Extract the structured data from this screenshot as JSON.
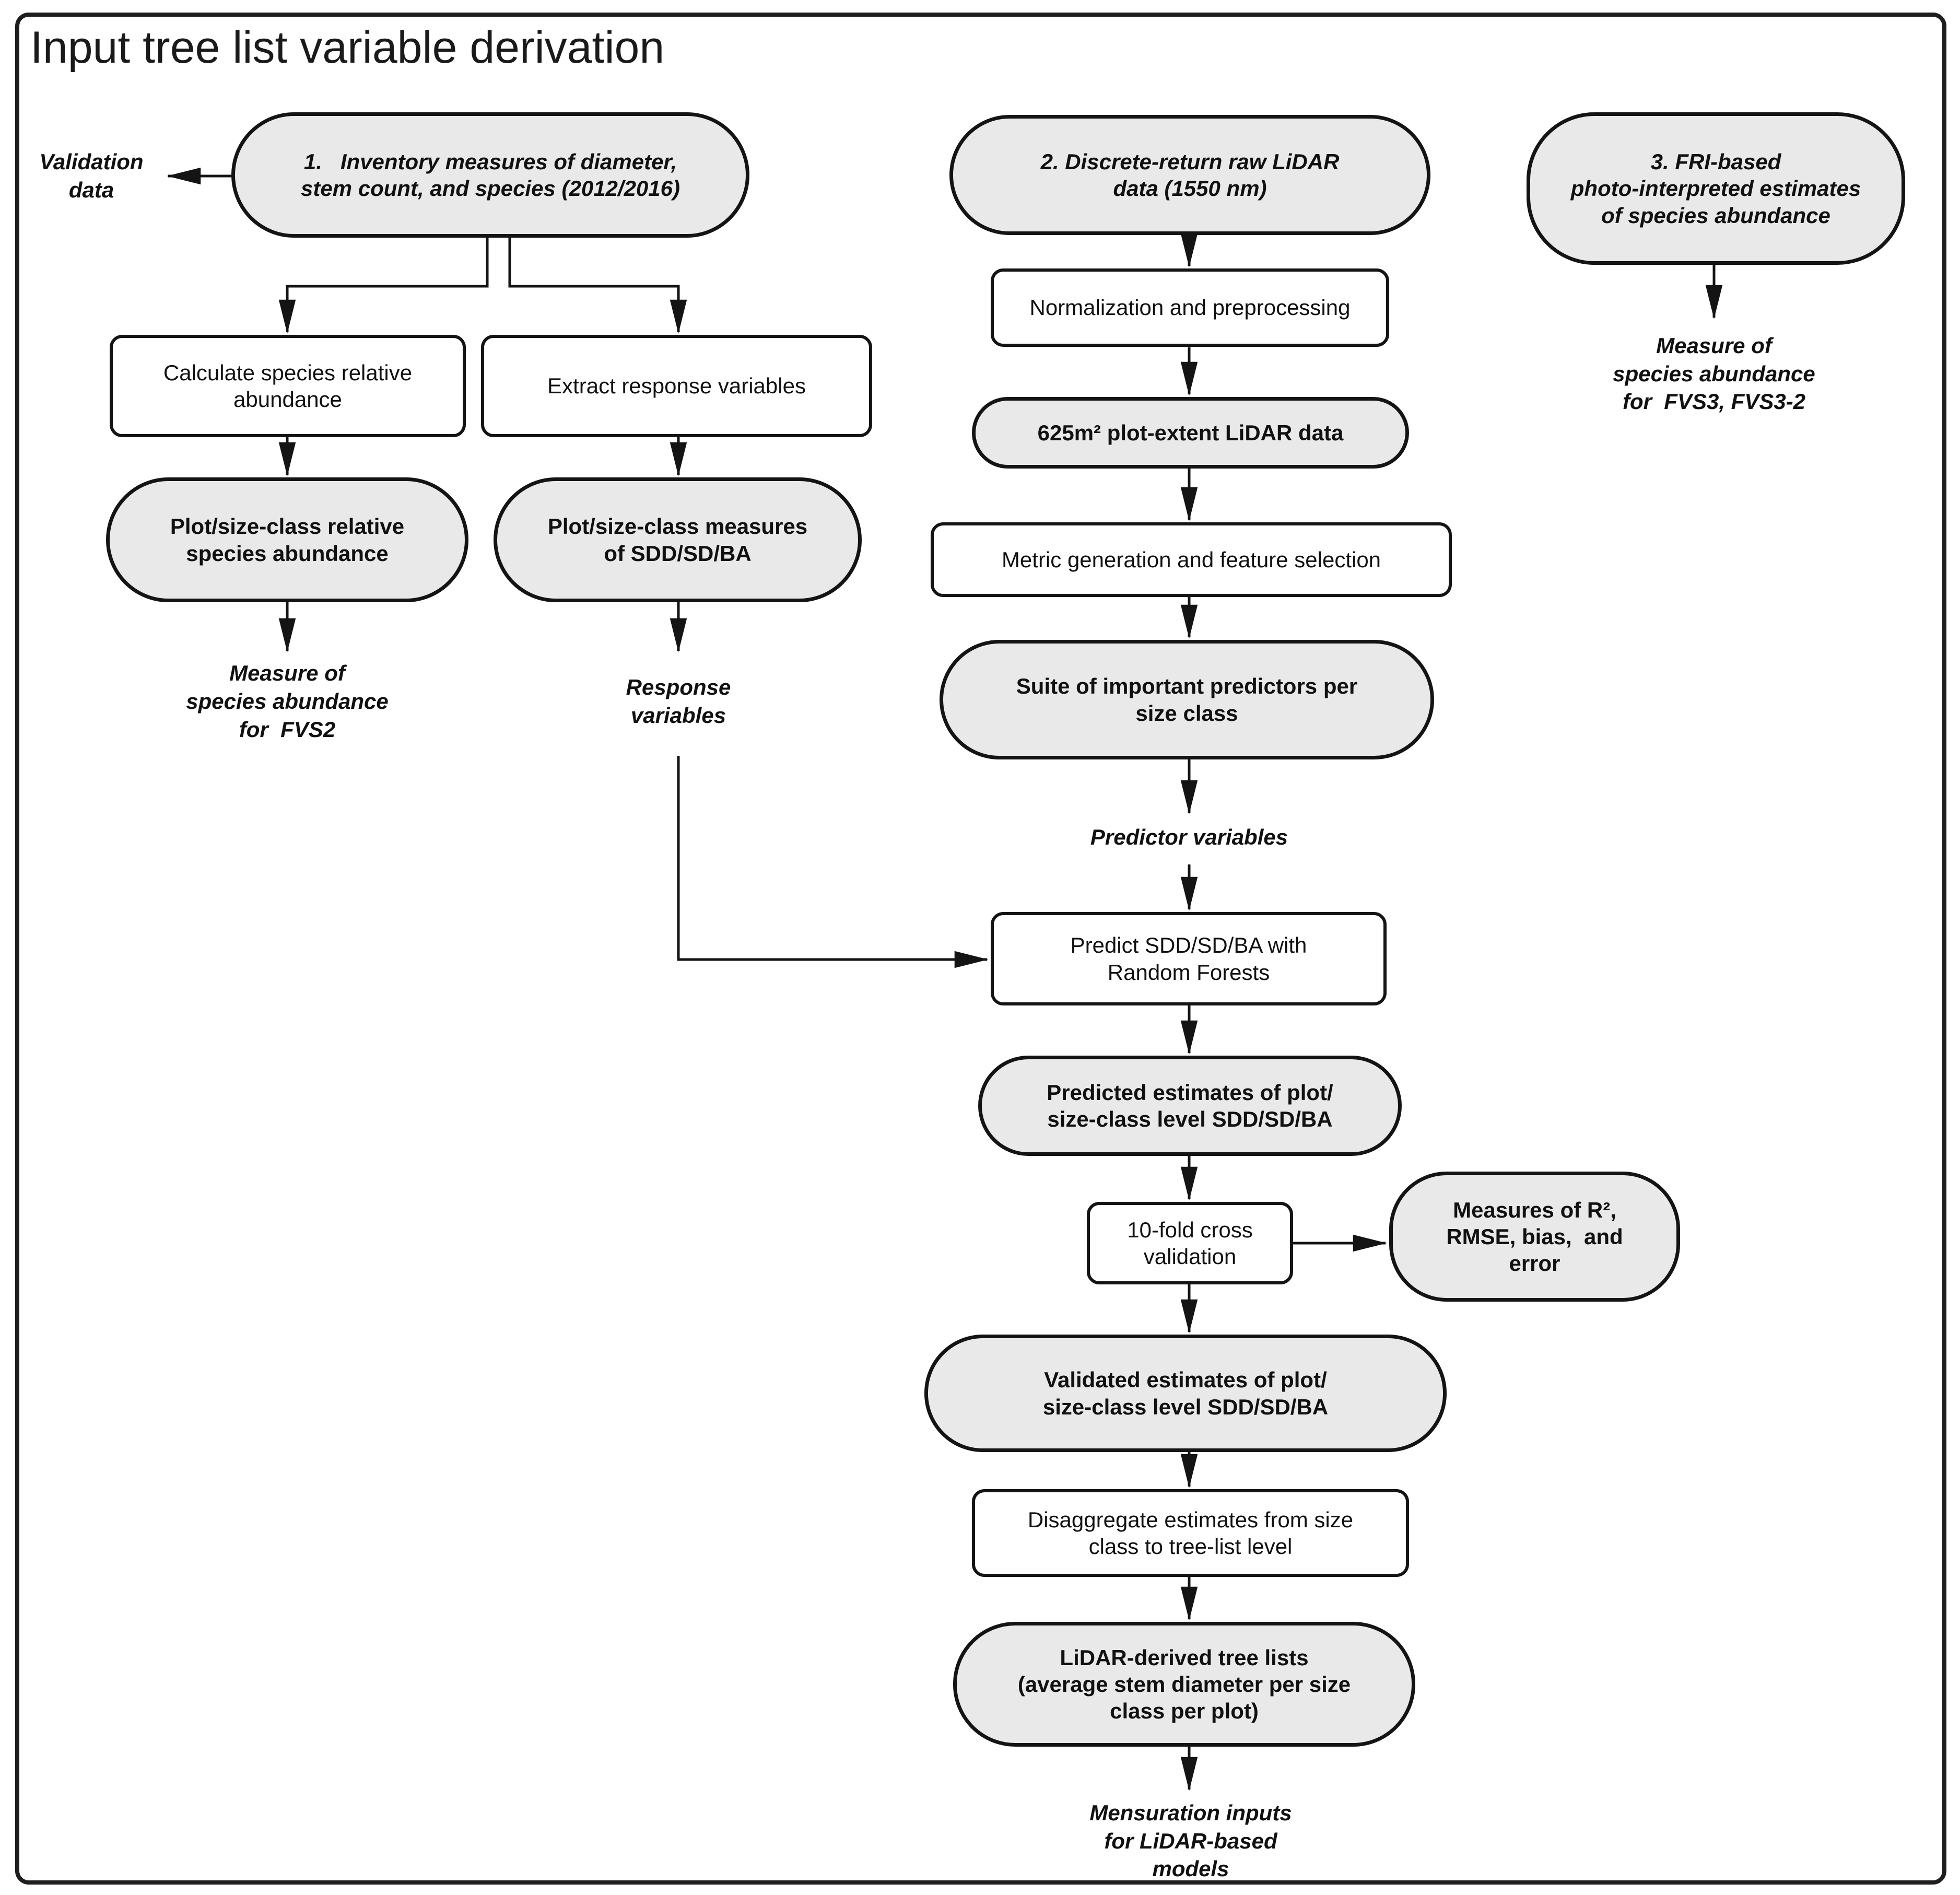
{
  "title": "Input tree list variable derivation",
  "nodes": {
    "validation_data": "Validation\ndata",
    "inventory": "1.   Inventory measures of diameter,\nstem count, and species (2012/2016)",
    "calculate_abundance": "Calculate species relative\nabundance",
    "extract_response": "Extract response variables",
    "plot_relative_abundance": "Plot/size-class relative\nspecies abundance",
    "plot_sdd_measures": "Plot/size-class measures\nof SDD/SD/BA",
    "measure_fvs2": "Measure of\nspecies abundance\nfor  FVS2",
    "response_variables": "Response\nvariables",
    "lidar_raw": "2. Discrete-return raw LiDAR\ndata (1550 nm)",
    "normalization": "Normalization and preprocessing",
    "plot_extent_lidar": "625m² plot-extent LiDAR data",
    "metric_generation": "Metric generation and feature selection",
    "predictor_suite": "Suite of important predictors per\nsize class",
    "predictor_variables": "Predictor variables",
    "predict_rf": "Predict SDD/SD/BA with\nRandom Forests",
    "predicted_estimates": "Predicted estimates of plot/\nsize-class level SDD/SD/BA",
    "cross_validation": "10-fold cross\nvalidation",
    "error_measures": "Measures of R²,\nRMSE, bias,  and\nerror",
    "validated_estimates": "Validated estimates of plot/\nsize-class level SDD/SD/BA",
    "disaggregate": "Disaggregate estimates from size\nclass to tree-list level",
    "lidar_tree_lists": "LiDAR-derived tree lists\n(average stem diameter per size\nclass per plot)",
    "mensuration_inputs": "Mensuration inputs\nfor LiDAR-based\nmodels",
    "fri_estimates": "3. FRI-based\nphoto-interpreted estimates\nof species abundance",
    "measure_fvs3": "Measure of\nspecies abundance\nfor  FVS3, FVS3-2"
  },
  "colors": {
    "node_fill": "#e9e9e9",
    "node_stroke": "#141414",
    "box_fill": "#ffffff",
    "background": "#ffffff",
    "text": "#111111"
  }
}
